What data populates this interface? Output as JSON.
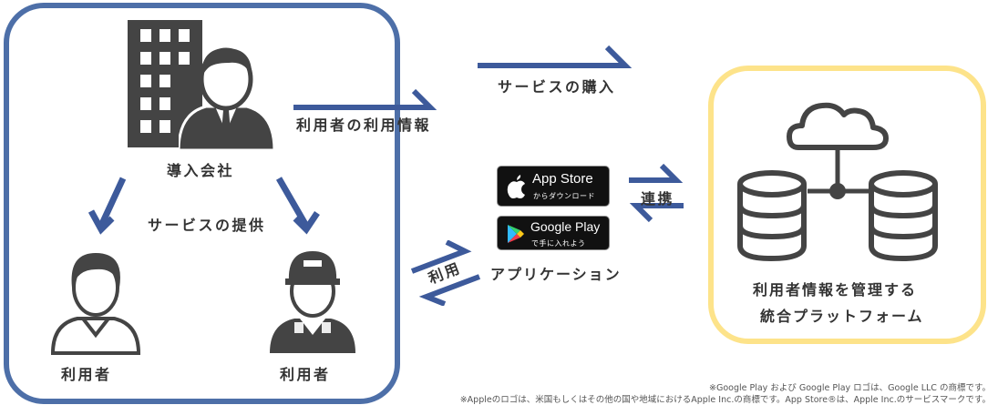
{
  "diagram": {
    "company_label": "導入会社",
    "user_left_label": "利用者",
    "user_right_label": "利用者",
    "service_provision_label": "サービスの提供",
    "usage_info_label": "利用者の利用情報",
    "service_purchase_label": "サービスの購入",
    "integration_label": "連携",
    "usage_label": "利用",
    "application_label": "アプリケーション",
    "platform_line1": "利用者情報を管理する",
    "platform_line2": "統合プラットフォーム"
  },
  "badges": {
    "app_store_main": "App Store",
    "app_store_sub": "からダウンロード",
    "google_play_main": "Google Play",
    "google_play_sub": "で手に入れよう"
  },
  "footnotes": {
    "line1": "※Google Play および Google Play ロゴは、Google LLC の商標です。",
    "line2": "※Appleのロゴは、米国もしくはその他の国や地域におけるApple Inc.の商標です。App Store®は、Apple Inc.のサービスマークです。"
  },
  "colors": {
    "left_border": "#4d6fa8",
    "right_border": "#fde38a",
    "arrow": "#3d5a9b",
    "icon": "#444444"
  },
  "icons": [
    "building-icon",
    "businessman-icon",
    "user-icon",
    "worker-icon",
    "cloud-icon",
    "database-icon",
    "apple-icon",
    "google-play-icon"
  ]
}
